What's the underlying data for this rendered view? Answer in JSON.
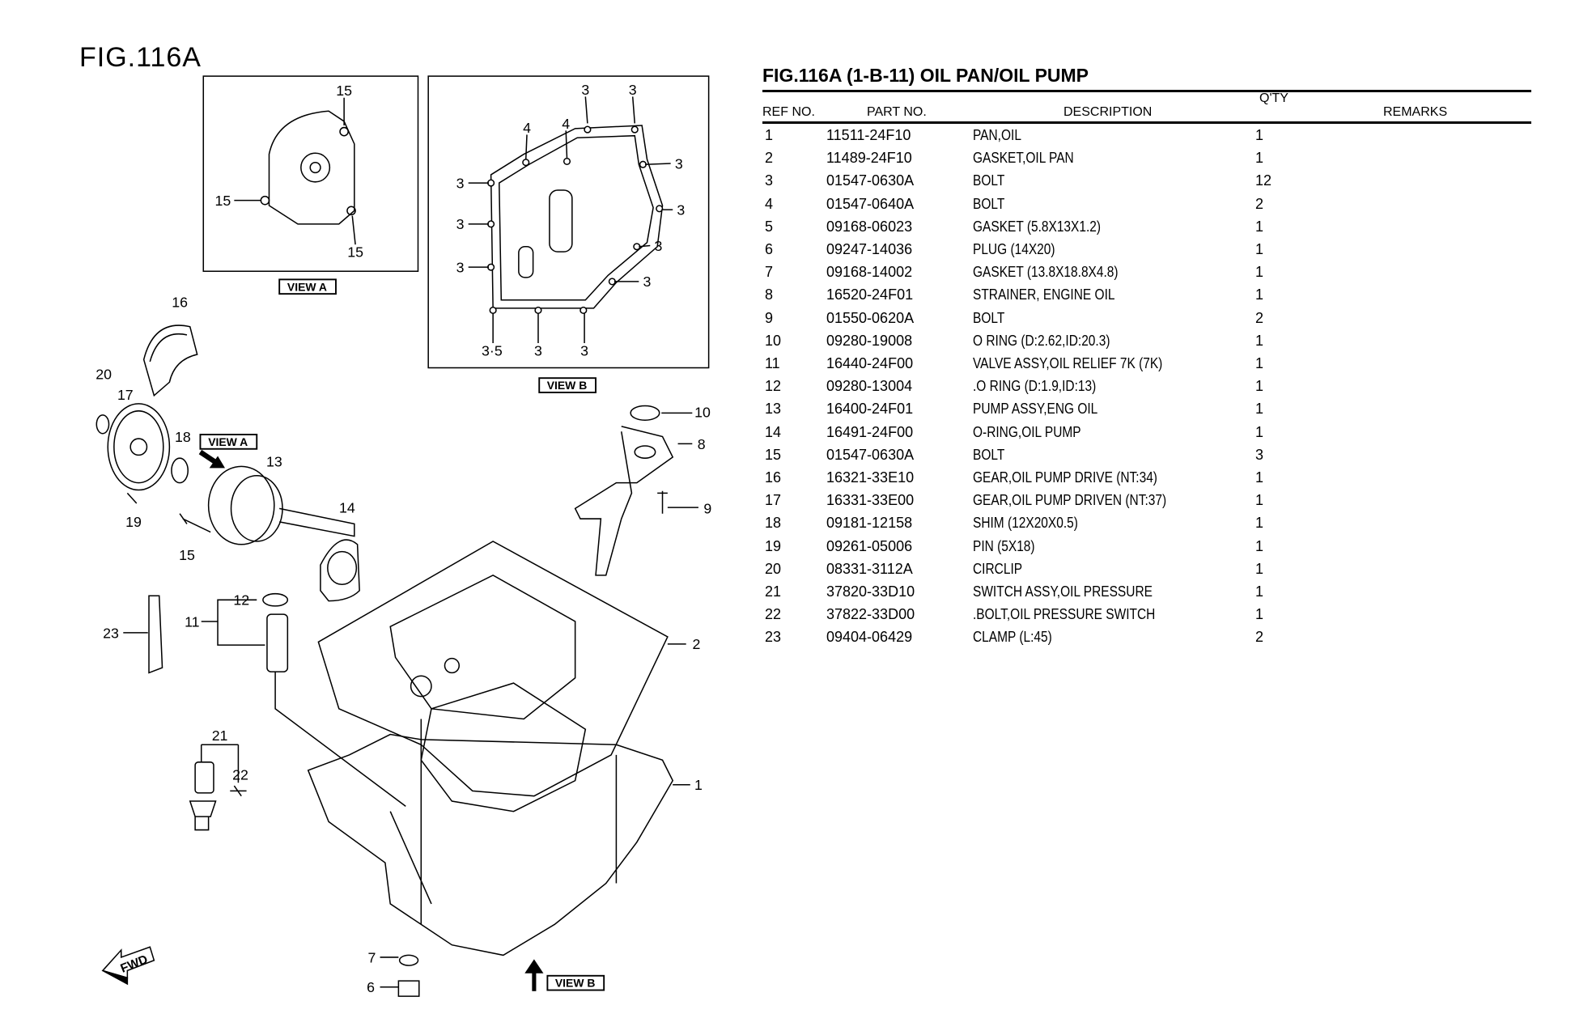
{
  "figure_label": "FIG.116A",
  "table": {
    "title": "FIG.116A (1-B-11) OIL PAN/OIL PUMP",
    "headers": {
      "ref": "REF NO.",
      "part": "PART NO.",
      "description": "DESCRIPTION",
      "qty": "Q'TY",
      "remarks": "REMARKS"
    },
    "rows": [
      {
        "ref": "1",
        "part": "11511-24F10",
        "desc": "PAN,OIL",
        "qty": "1"
      },
      {
        "ref": "2",
        "part": "11489-24F10",
        "desc": "GASKET,OIL PAN",
        "qty": "1"
      },
      {
        "ref": "3",
        "part": "01547-0630A",
        "desc": "BOLT",
        "qty": "12"
      },
      {
        "ref": "4",
        "part": "01547-0640A",
        "desc": "BOLT",
        "qty": "2"
      },
      {
        "ref": "5",
        "part": "09168-06023",
        "desc": "GASKET (5.8X13X1.2)",
        "qty": "1"
      },
      {
        "ref": "6",
        "part": "09247-14036",
        "desc": "PLUG (14X20)",
        "qty": "1"
      },
      {
        "ref": "7",
        "part": "09168-14002",
        "desc": "GASKET (13.8X18.8X4.8)",
        "qty": "1"
      },
      {
        "ref": "8",
        "part": "16520-24F01",
        "desc": "STRAINER, ENGINE OIL",
        "qty": "1"
      },
      {
        "ref": "9",
        "part": "01550-0620A",
        "desc": "BOLT",
        "qty": "2"
      },
      {
        "ref": "10",
        "part": "09280-19008",
        "desc": "O RING (D:2.62,ID:20.3)",
        "qty": "1"
      },
      {
        "ref": "11",
        "part": "16440-24F00",
        "desc": "VALVE ASSY,OIL RELIEF 7K (7K)",
        "qty": "1"
      },
      {
        "ref": "12",
        "part": "09280-13004",
        "desc": ".O RING (D:1.9,ID:13)",
        "qty": "1"
      },
      {
        "ref": "13",
        "part": "16400-24F01",
        "desc": "PUMP ASSY,ENG OIL",
        "qty": "1"
      },
      {
        "ref": "14",
        "part": "16491-24F00",
        "desc": "O-RING,OIL PUMP",
        "qty": "1"
      },
      {
        "ref": "15",
        "part": "01547-0630A",
        "desc": "BOLT",
        "qty": "3"
      },
      {
        "ref": "16",
        "part": "16321-33E10",
        "desc": "GEAR,OIL PUMP DRIVE (NT:34)",
        "qty": "1"
      },
      {
        "ref": "17",
        "part": "16331-33E00",
        "desc": "GEAR,OIL PUMP DRIVEN (NT:37)",
        "qty": "1"
      },
      {
        "ref": "18",
        "part": "09181-12158",
        "desc": "SHIM (12X20X0.5)",
        "qty": "1"
      },
      {
        "ref": "19",
        "part": "09261-05006",
        "desc": "PIN (5X18)",
        "qty": "1"
      },
      {
        "ref": "20",
        "part": "08331-3112A",
        "desc": "CIRCLIP",
        "qty": "1"
      },
      {
        "ref": "21",
        "part": "37820-33D10",
        "desc": "SWITCH ASSY,OIL PRESSURE",
        "qty": "1"
      },
      {
        "ref": "22",
        "part": "37822-33D00",
        "desc": ".BOLT,OIL PRESSURE SWITCH",
        "qty": "1"
      },
      {
        "ref": "23",
        "part": "09404-06429",
        "desc": "CLAMP (L:45)",
        "qty": "2"
      }
    ]
  },
  "diagram": {
    "view_a_label": "VIEW A",
    "view_b_label": "VIEW B",
    "fwd_label": "FWD",
    "view_a_callouts": [
      "15",
      "15",
      "15"
    ],
    "view_b_callouts": [
      "3",
      "3",
      "4",
      "4",
      "3",
      "3",
      "3",
      "3",
      "3",
      "3",
      "3",
      "3·5",
      "3",
      "3"
    ],
    "main_callouts": {
      "c16": "16",
      "c20": "20",
      "c17": "17",
      "c18": "18",
      "c13": "13",
      "c10": "10",
      "c8": "8",
      "c9": "9",
      "c14": "14",
      "c19": "19",
      "c15": "15",
      "c12": "12",
      "c11": "11",
      "c23": "23",
      "c2": "2",
      "c21": "21",
      "c22": "22",
      "c1": "1",
      "c7": "7",
      "c6": "6"
    }
  }
}
